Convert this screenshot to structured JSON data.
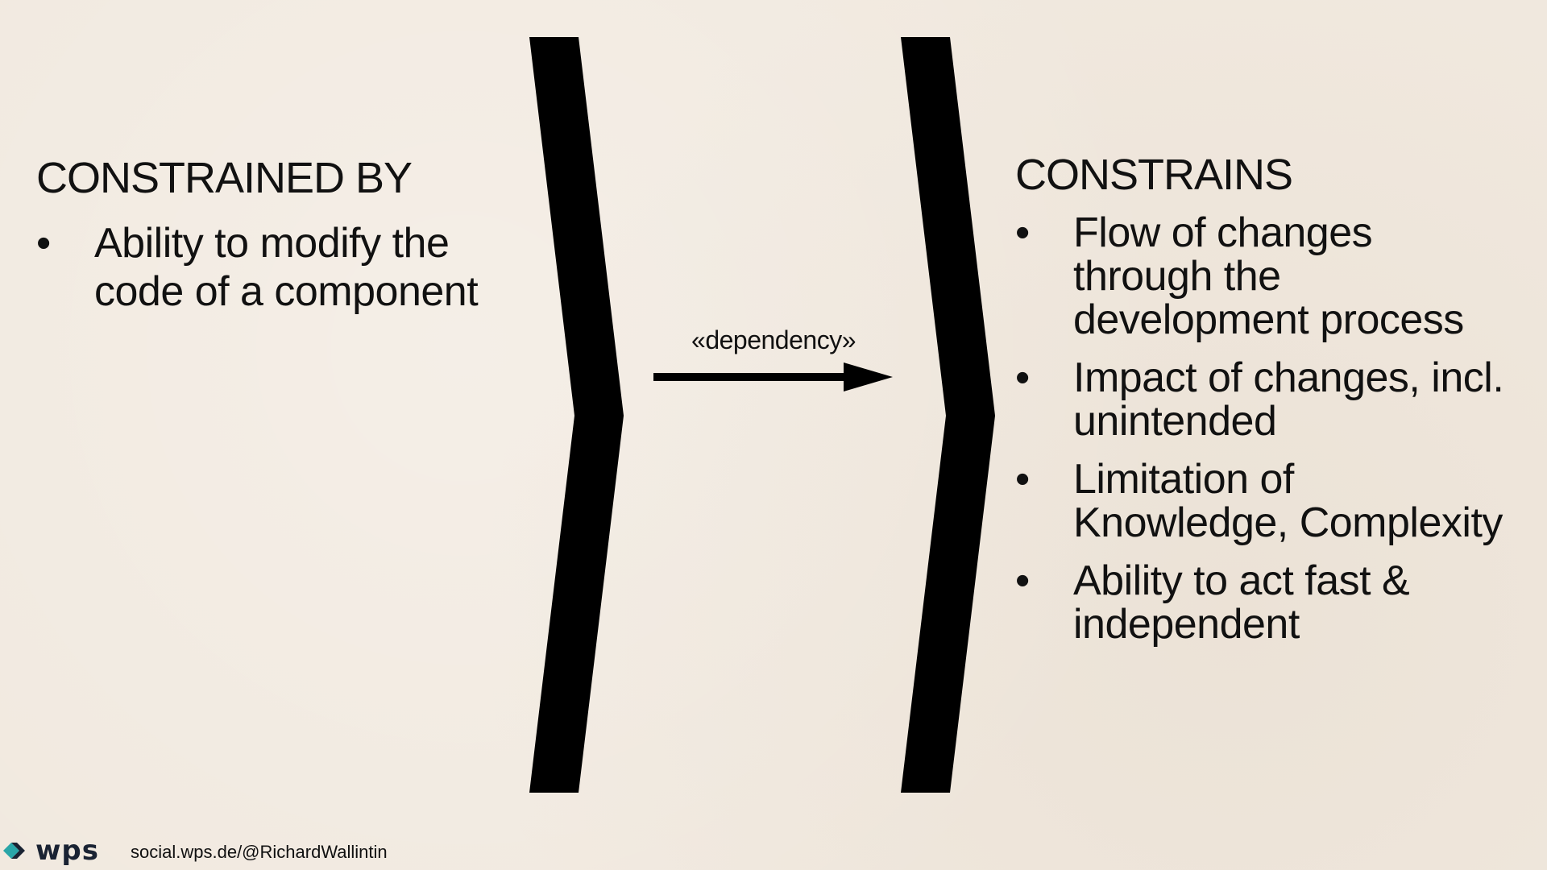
{
  "left": {
    "heading": "CONSTRAINED BY",
    "bullets": [
      {
        "marker": "•",
        "text": "Ability to modify the code of a component"
      }
    ]
  },
  "connector": {
    "label": "«dependency»"
  },
  "right": {
    "heading": "CONSTRAINS",
    "bullets": [
      {
        "marker": "•",
        "text": "Flow of changes through the development process"
      },
      {
        "marker": "•",
        "text": "Impact of changes, incl. unintended"
      },
      {
        "marker": "•",
        "text": "Limitation of Knowledge, Complexity"
      },
      {
        "marker": "•",
        "text": "Ability to act fast & independent"
      }
    ]
  },
  "footer": {
    "logo_text": "wps",
    "logo_icon": "wps-diamond-logo-icon",
    "handle": "social.wps.de/@RichardWallintin"
  },
  "colors": {
    "background": "#f1e9df",
    "foreground": "#000000",
    "logo_teal": "#2aa6a8",
    "logo_navy": "#1a2333"
  }
}
